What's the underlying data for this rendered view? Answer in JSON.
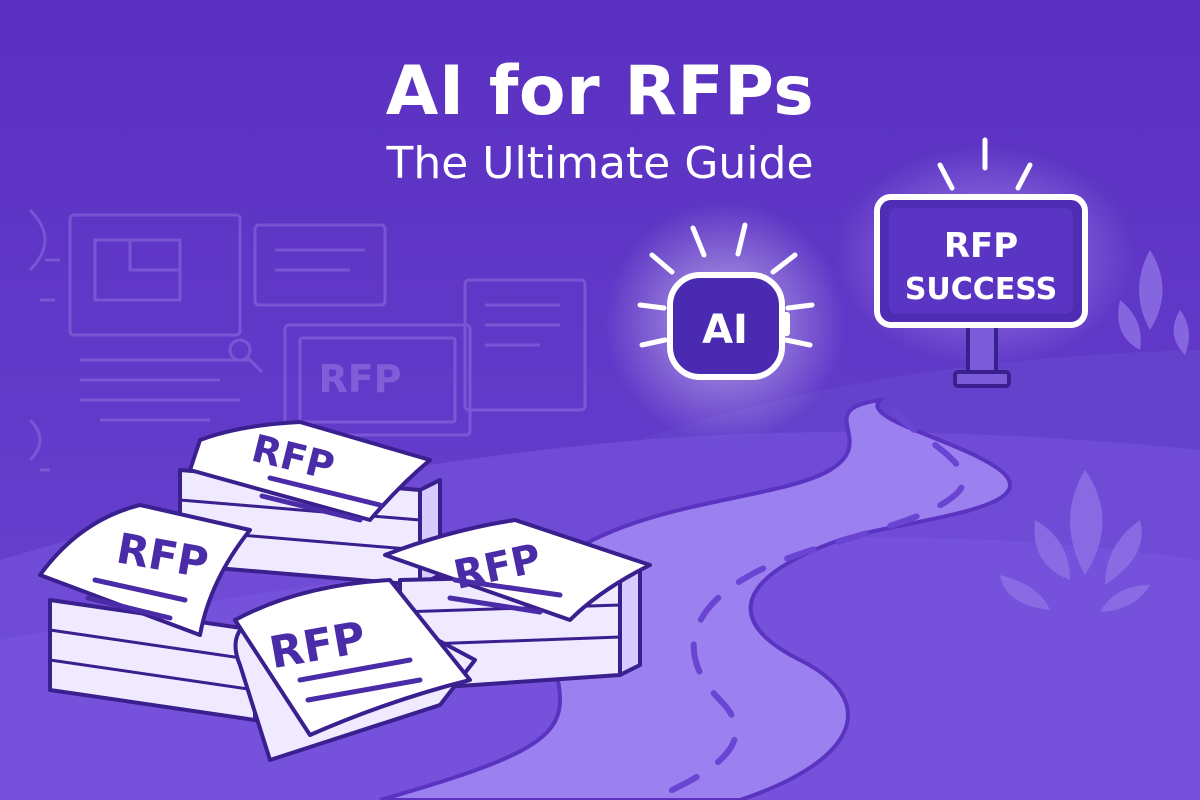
{
  "title": "AI for RFPs",
  "subtitle": "The Ultimate Guide",
  "ai_badge_label": "AI",
  "signpost": {
    "line1": "RFP",
    "line2": "SUCCESS"
  },
  "background_document_label": "RFP",
  "document_stack_labels": [
    "RFP",
    "RFP",
    "RFP",
    "RFP"
  ],
  "colors": {
    "background": "#5b34c4",
    "hill": "#6a44d0",
    "road": "#9a7ef0",
    "paper": "#ffffff",
    "ink": "#4a2ca8",
    "text": "#ffffff"
  },
  "icons": [
    "ai-badge-icon",
    "signpost-icon",
    "road-path",
    "rfp-document-stack",
    "leaf-plant-icon"
  ]
}
